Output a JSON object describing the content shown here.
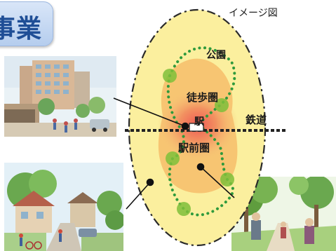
{
  "header": {
    "title": "事業"
  },
  "figure": {
    "caption": "イメージ図",
    "labels": {
      "park": "公園",
      "walking_area": "徒歩圏",
      "railway": "鉄道",
      "station": "駅",
      "station_front_area": "駅前圏"
    }
  },
  "colors": {
    "outer_zone": "#fbef9e",
    "walking_zone": "#f5b65a",
    "station_core": "#ef6655",
    "green_dots": "#2f9a3c",
    "green_node": "#7fbf3a",
    "title_text": "#1f4e96"
  }
}
